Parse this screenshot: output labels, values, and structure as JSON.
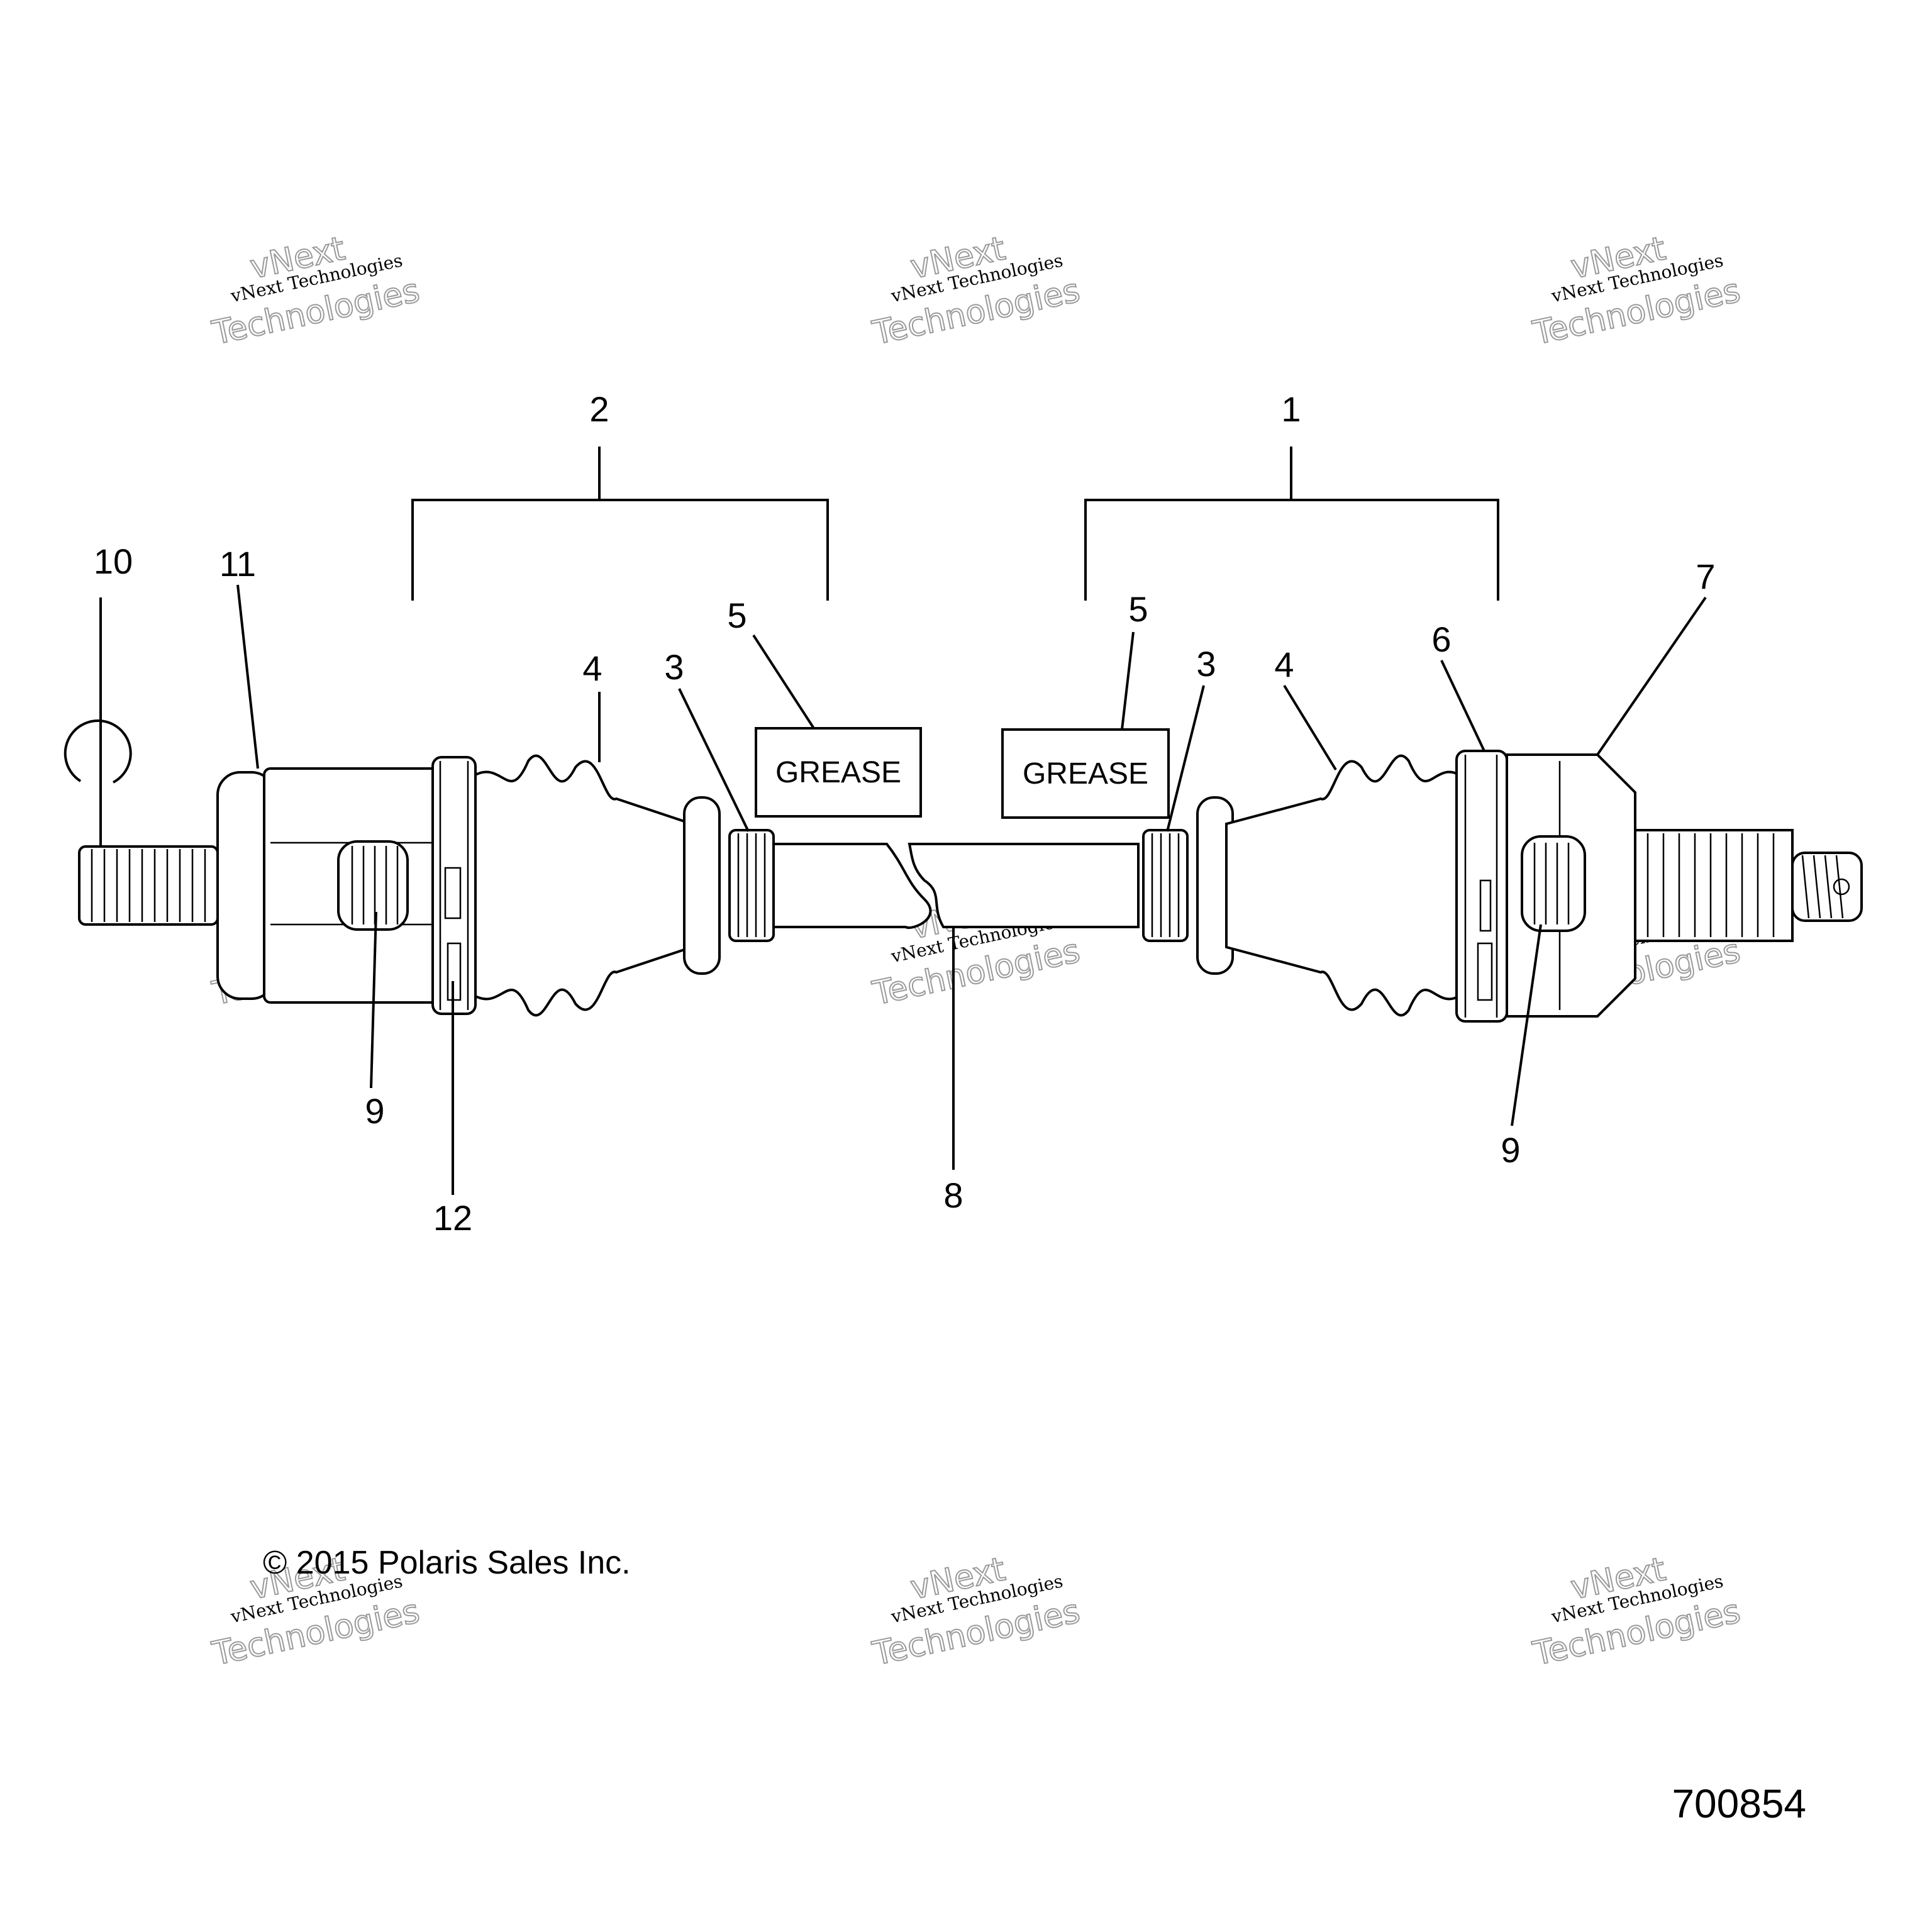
{
  "diagram": {
    "callouts": {
      "c1": "1",
      "c2": "2",
      "c3_left": "3",
      "c3_right": "3",
      "c4_left": "4",
      "c4_right": "4",
      "c5_left": "5",
      "c5_right": "5",
      "c6": "6",
      "c7": "7",
      "c8": "8",
      "c9_left": "9",
      "c9_right": "9",
      "c10": "10",
      "c11": "11",
      "c12": "12"
    },
    "grease_left": "GREASE",
    "grease_right": "GREASE",
    "copyright": "© 2015 Polaris Sales Inc.",
    "figure_number": "700854",
    "watermark_line1": "vNext",
    "watermark_line2": "vNext Technologies",
    "watermark_line3": "Technologies"
  }
}
